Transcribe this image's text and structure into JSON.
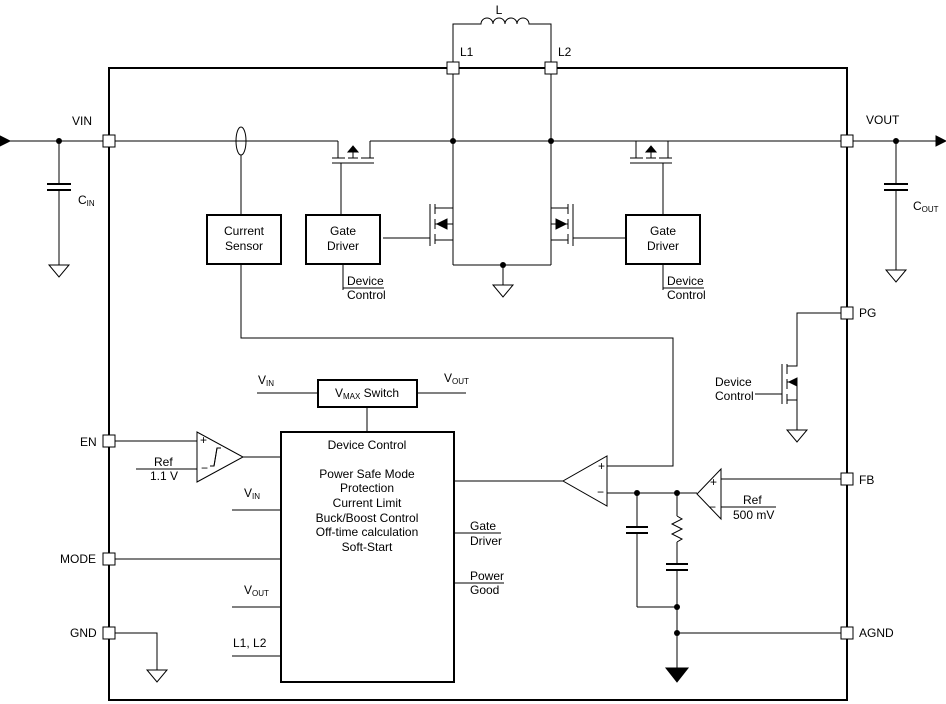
{
  "pins": {
    "vin": "VIN",
    "vout": "VOUT",
    "l1": "L1",
    "l2": "L2",
    "pg": "PG",
    "fb": "FB",
    "en": "EN",
    "mode": "MODE",
    "gnd": "GND",
    "agnd": "AGND"
  },
  "components": {
    "inductor": "L",
    "cin_main": "C",
    "cin_sub": "IN",
    "cout_main": "C",
    "cout_sub": "OUT"
  },
  "blocks": {
    "current_sensor": [
      "Current",
      "Sensor"
    ],
    "gate_driver_left": [
      "Gate",
      "Driver"
    ],
    "gate_driver_right": [
      "Gate",
      "Driver"
    ],
    "vmax_switch": {
      "v": "V",
      "sub": "MAX",
      "rest": " Switch"
    },
    "device_control": {
      "title": "Device Control",
      "functions": [
        "Power Safe Mode",
        "Protection",
        "Current Limit",
        "Buck/Boost Control",
        "Off-time calculation",
        "Soft-Start"
      ]
    }
  },
  "labels": {
    "device_control_left": [
      "Device",
      "Control"
    ],
    "device_control_right": [
      "Device",
      "Control"
    ],
    "device_control_pg": [
      "Device",
      "Control"
    ],
    "vin_label": {
      "v": "V",
      "sub": "IN"
    },
    "vout_label": {
      "v": "V",
      "sub": "OUT"
    },
    "dc_vin": {
      "v": "V",
      "sub": "IN"
    },
    "dc_vout": {
      "v": "V",
      "sub": "OUT"
    },
    "dc_l1l2": "L1, L2",
    "dc_gate": [
      "Gate",
      "Driver"
    ],
    "dc_power": [
      "Power",
      "Good"
    ],
    "en_ref": [
      "Ref",
      "1.1 V"
    ],
    "fb_ref": [
      "Ref",
      "500 mV"
    ],
    "plus": "+",
    "minus": "−"
  }
}
